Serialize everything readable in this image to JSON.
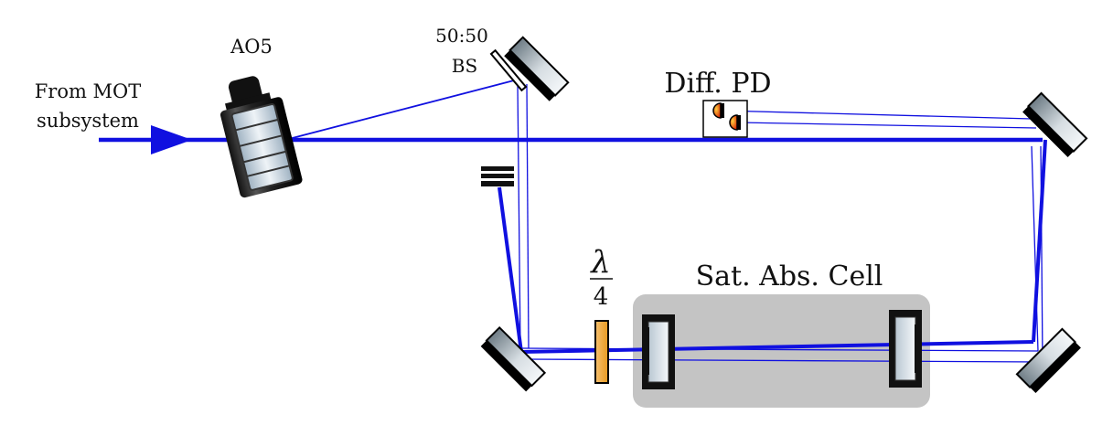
{
  "labels": {
    "source": [
      "From MOT",
      "subsystem"
    ],
    "aom": "AO5",
    "beamsplitter": [
      "50:50",
      "BS"
    ],
    "photodiode": "Diff. PD",
    "waveplate_num": "λ",
    "waveplate_den": "4",
    "cell": "Sat. Abs. Cell"
  },
  "colors": {
    "beam": "#1010e0",
    "cell_fill": "#c4c4c4",
    "waveplate": "#f0a020",
    "photodiode": "#e03000",
    "mirror_dark": "#111111"
  }
}
